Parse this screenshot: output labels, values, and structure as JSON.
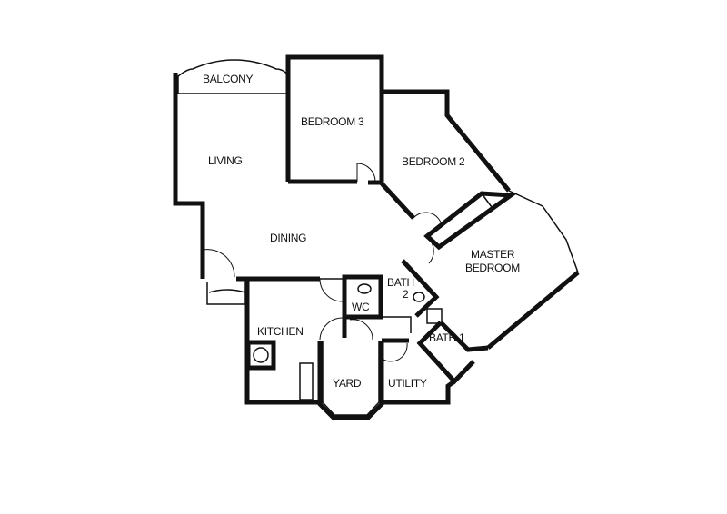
{
  "plan": {
    "rooms": {
      "balcony": "BALCONY",
      "bedroom3": "BEDROOM 3",
      "living": "LIVING",
      "bedroom2": "BEDROOM 2",
      "dining": "DINING",
      "master_line1": "MASTER",
      "master_line2": "BEDROOM",
      "bath2_line1": "BATH",
      "bath2_line2": "2",
      "wc": "WC",
      "kitchen": "KITCHEN",
      "bath1": "BATH 1",
      "yard": "YARD",
      "utility": "UTILITY"
    },
    "wall_color": "#111111"
  }
}
